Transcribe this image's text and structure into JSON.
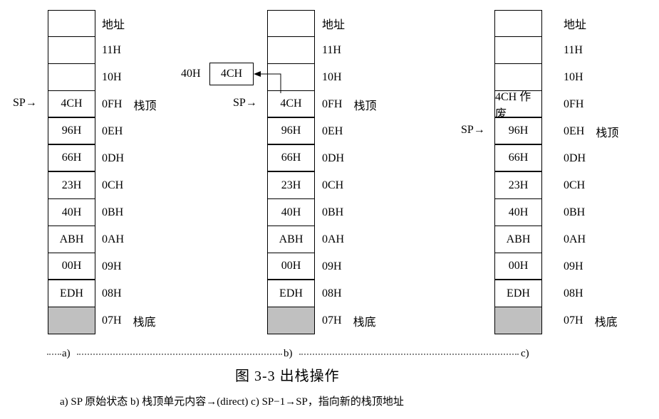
{
  "addresses": [
    "地址",
    "11H",
    "10H",
    "0FH",
    "0EH",
    "0DH",
    "0CH",
    "0BH",
    "0AH",
    "09H",
    "08H",
    "07H"
  ],
  "stack_top_label": "栈顶",
  "stack_bottom_label": "栈底",
  "sp_label": "SP",
  "panels": [
    {
      "cells": [
        "",
        "",
        "",
        "4CH",
        "96H",
        "66H",
        "23H",
        "40H",
        "ABH",
        "00H",
        "EDH",
        ""
      ],
      "sp_row": 3,
      "top_row": 3,
      "sublabel": "a)"
    },
    {
      "cells": [
        "",
        "",
        "",
        "4CH",
        "96H",
        "66H",
        "23H",
        "40H",
        "ABH",
        "00H",
        "EDH",
        ""
      ],
      "sp_row": 3,
      "top_row": 3,
      "sublabel": "b)",
      "direct_addr": "40H",
      "direct_value": "4CH"
    },
    {
      "cells": [
        "",
        "",
        "",
        "4CH 作废",
        "96H",
        "66H",
        "23H",
        "40H",
        "ABH",
        "00H",
        "EDH",
        ""
      ],
      "sp_row": 4,
      "top_row": 4,
      "sublabel": "c)"
    }
  ],
  "caption": "图 3-3   出栈操作",
  "note": "a) SP 原始状态   b) 栈顶单元内容→(direct)   c) SP−1→SP，指向新的栈顶地址"
}
